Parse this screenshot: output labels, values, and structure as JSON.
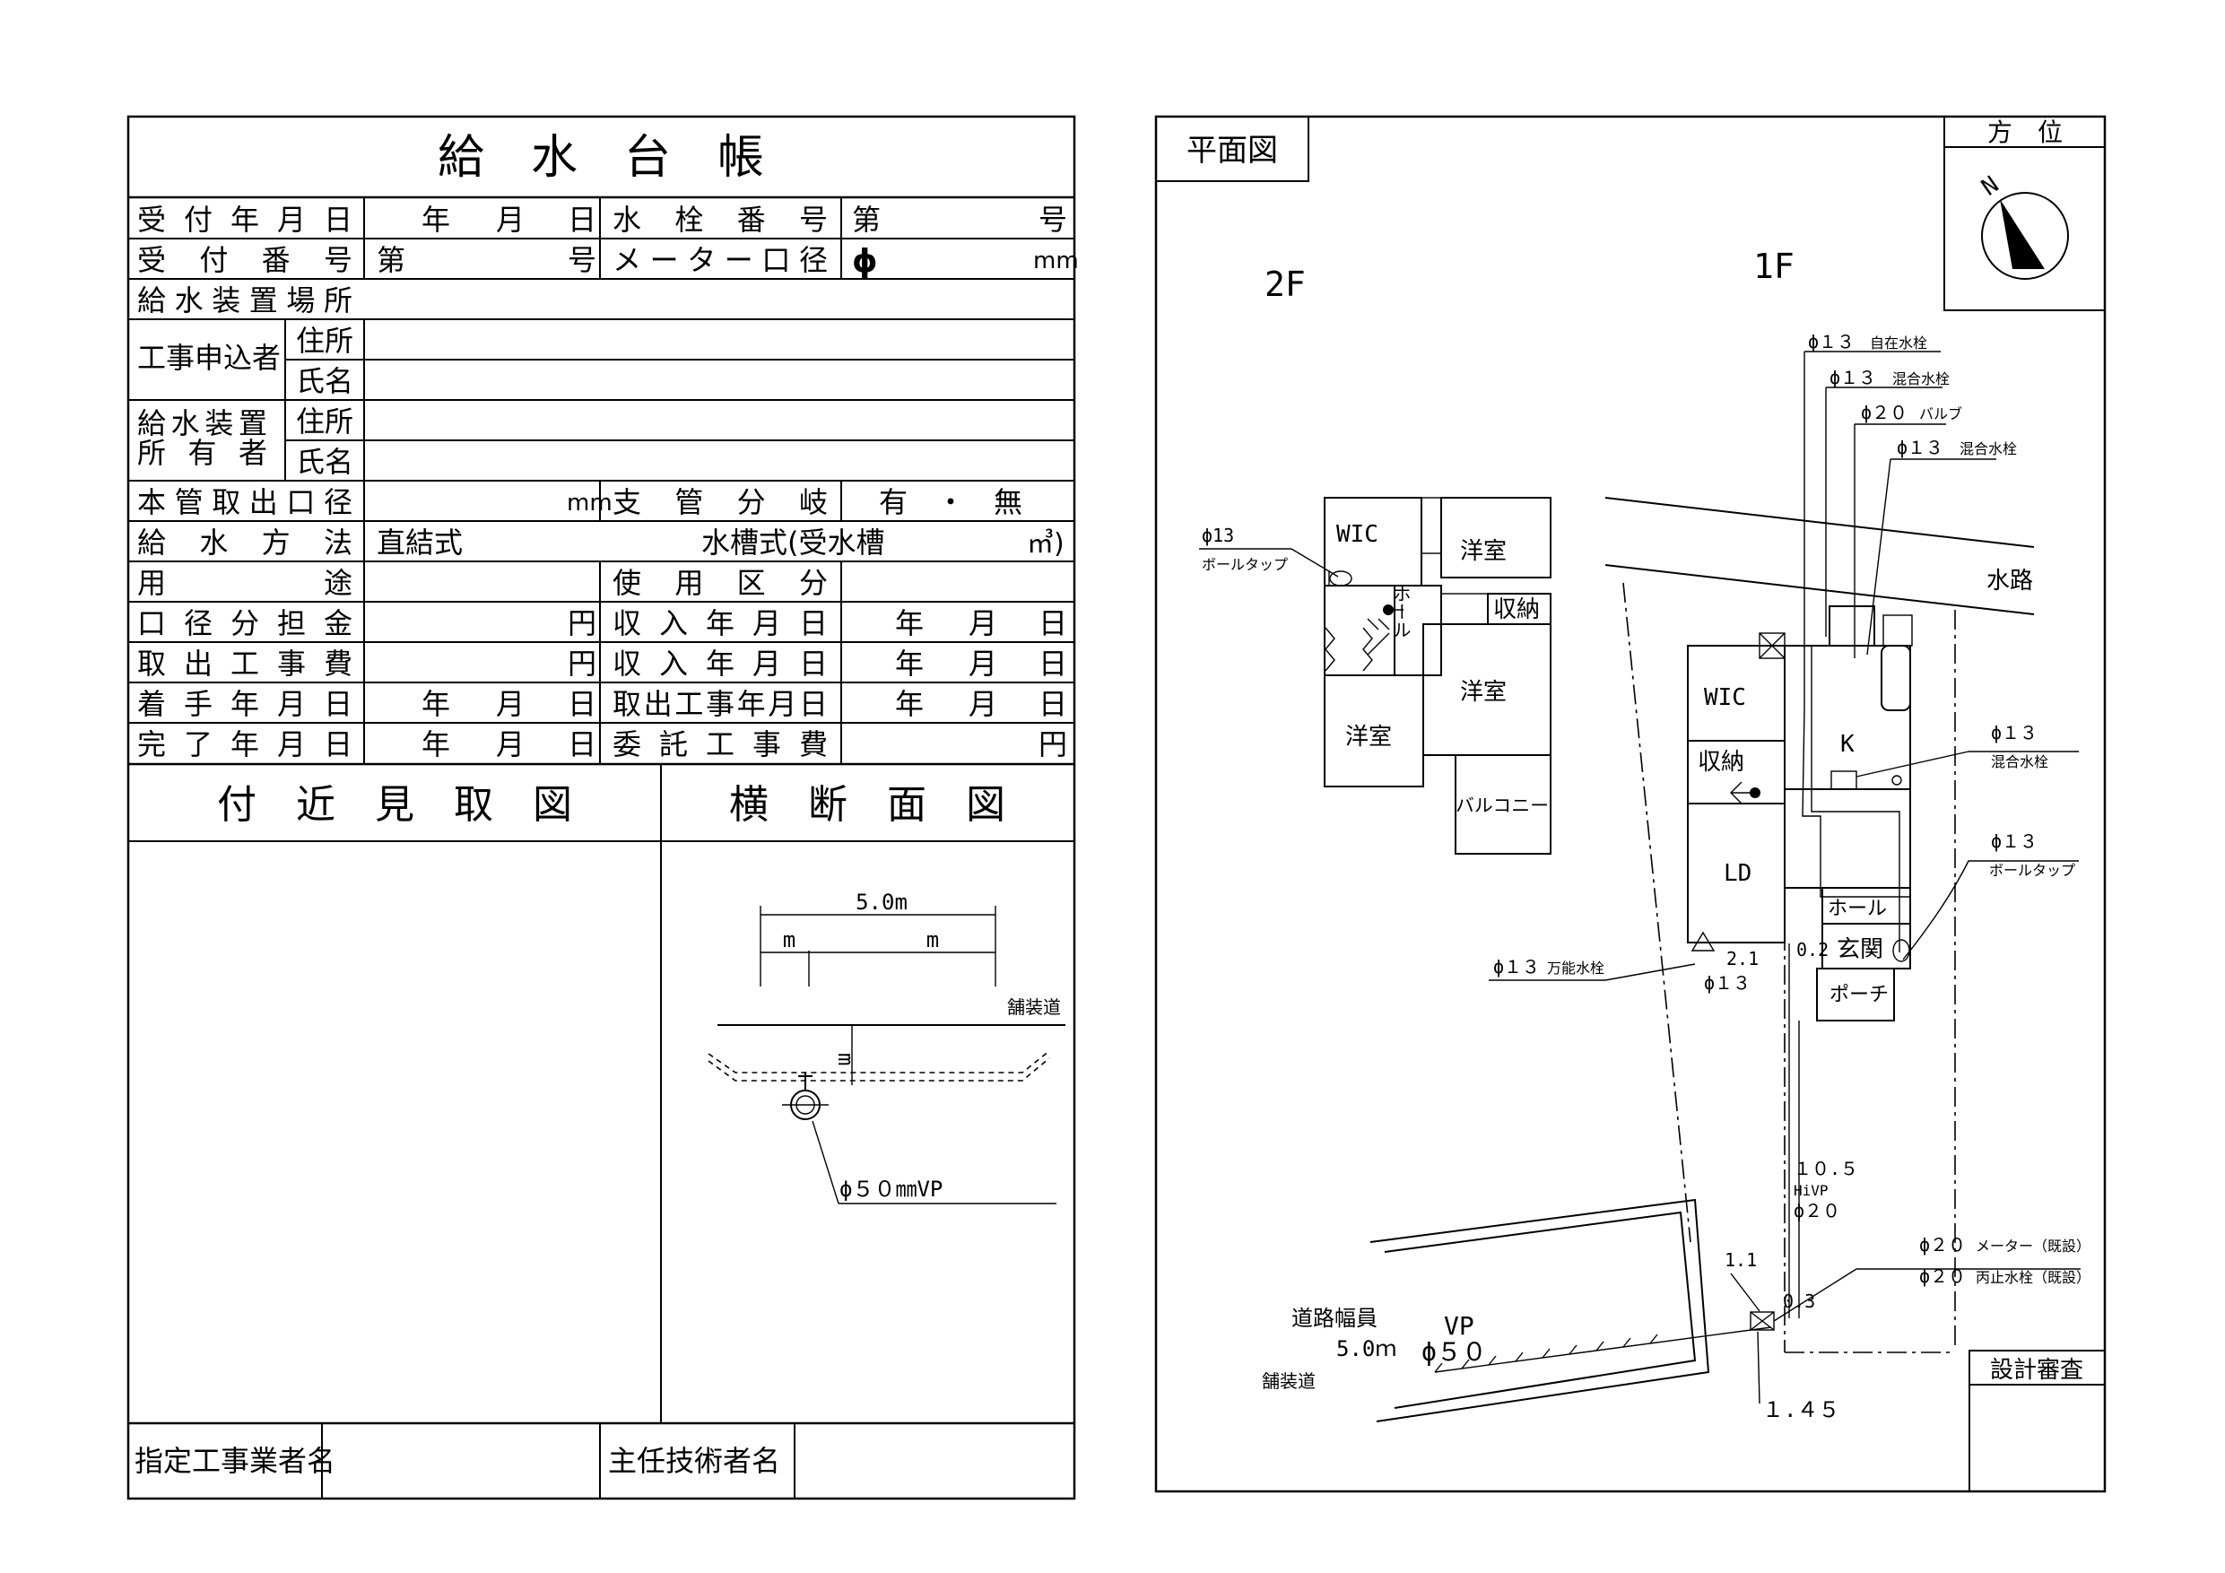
{
  "ledger": {
    "title": "給　水　台　帳",
    "rows": {
      "uketsuke_date": {
        "label": "受付年月日",
        "value": [
          "年",
          "月",
          "日"
        ]
      },
      "hydrant_no": {
        "label": "水栓番号",
        "value": [
          "第",
          "号"
        ]
      },
      "uketsuke_no": {
        "label": "受付番号",
        "value": [
          "第",
          "号"
        ]
      },
      "meter_dia": {
        "label": "メーター口径",
        "value": [
          "ϕ",
          "mm"
        ]
      },
      "place": {
        "label": "給水装置場所"
      },
      "applicant": {
        "label": "工事申込者",
        "addr": "住所",
        "name": "氏名"
      },
      "owner": {
        "label1": "給水装置",
        "label2": "所　有　者",
        "addr": "住所",
        "name": "氏名"
      },
      "main_dia": {
        "label": "本管取出口径",
        "unit": "mm"
      },
      "branch": {
        "label": "支管分岐",
        "value": "有　・　無"
      },
      "method": {
        "label": "給水方法",
        "opt1": "直結式",
        "opt2": "水槽式(受水槽",
        "unit": "㎥)"
      },
      "use": {
        "label": "用途"
      },
      "use_cat": {
        "label": "使用区分"
      },
      "dia_fee": {
        "label": "口径分担金",
        "unit": "円"
      },
      "receipt1": {
        "label": "収入年月日"
      },
      "takeout_fee": {
        "label": "取出工事費",
        "unit": "円"
      },
      "receipt2": {
        "label": "収入年月日"
      },
      "start_date": {
        "label": "着手年月日"
      },
      "takeout_date": {
        "label": "取出工事年月日"
      },
      "finish_date": {
        "label": "完了年月日"
      },
      "commission_fee": {
        "label": "委託工事費",
        "unit": "円"
      }
    },
    "date_parts": [
      "年",
      "月",
      "日"
    ],
    "section_map": "付　近　見　取　図",
    "section_cross": "横　断　面　図",
    "footer": {
      "contractor": "指定工事業者名",
      "engineer": "主任技術者名"
    }
  },
  "cross_section": {
    "width": "5.0m",
    "m1": "m",
    "m2": "m",
    "depth": "m",
    "road": "舗装道",
    "pipe": "ϕ５０㎜VP"
  },
  "plan": {
    "title": "平面図",
    "orientation": "方　位",
    "north": "N",
    "floor2": "2F",
    "floor1": "1F",
    "design_review": "設計審査",
    "rooms2f": {
      "wic": "WIC",
      "yoshitsu1": "洋室",
      "hall": "ホール",
      "shuno": "収納",
      "yoshitsu2": "洋室",
      "yoshitsu3": "洋室",
      "balcony": "バルコニー"
    },
    "rooms1f": {
      "wic": "WIC",
      "shuno": "収納",
      "k": "K",
      "ld": "LD",
      "hall": "ホール",
      "genkan": "玄関",
      "porch": "ポーチ"
    },
    "labels": {
      "waterway": "水路",
      "ballTap2f_dia": "ϕ13",
      "ballTap2f": "ボールタップ",
      "l1_dia": "ϕ１３",
      "l1": "自在水栓",
      "l2_dia": "ϕ１３",
      "l2": "混合水栓",
      "l3_dia": "ϕ２０",
      "l3": "バルブ",
      "l4_dia": "ϕ１３",
      "l4": "混合水栓",
      "mix_dia": "ϕ１３",
      "mix": "混合水栓",
      "ball_dia": "ϕ１３",
      "ball": "ボールタップ",
      "banno_dia": "ϕ１３",
      "banno": "万能水栓",
      "d21": "2.1",
      "d21_dia": "ϕ１３",
      "d02": "0.2",
      "hivp_len": "１０.５",
      "hivp": "HiVP",
      "hivp_dia": "ϕ２０",
      "meter_dia": "ϕ２０",
      "meter": "メーター（既設）",
      "stop_dia": "ϕ２０",
      "stop": "丙止水栓（既設）",
      "d11": "1.1",
      "d03": "0.3",
      "d145": "１.４５",
      "road_width": "道路幅員",
      "road_width_v": "5.0ｍ",
      "paved": "舗装道",
      "vp": "VP",
      "vp_dia": "ϕ５０"
    }
  }
}
